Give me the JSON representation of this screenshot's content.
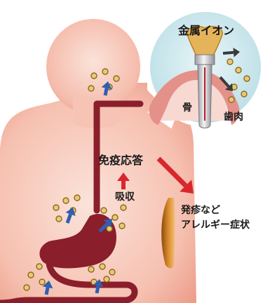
{
  "labels": {
    "metal_ions": "金属イオン",
    "bone": "骨",
    "gum": "歯肉",
    "immune_response": "免疫応答",
    "absorption": "吸収",
    "symptoms_line1": "発疹など",
    "symptoms_line2": "アレルギー症状"
  },
  "colors": {
    "skin_light": "#fbe0d6",
    "skin_mid": "#f5b9aa",
    "skin_edge": "#eb9c88",
    "gut": "#8b1e2b",
    "gut_dark": "#6e1320",
    "ion_fill": "#e9c979",
    "ion_stroke": "#8c6a1c",
    "absorb_arrow": "#2f5fb0",
    "red_arrow": "#d7272d",
    "bubble_teal": "#cfe9ee",
    "bone_red": "#e4918a",
    "tooth_gold": "#e5b45a",
    "implant_metal": "#c9c9cc",
    "dark_arrow": "#3a3a3a",
    "organ_brown": "#b8691a"
  },
  "icons": [
    "metal-ion-particle",
    "absorption-arrow",
    "immune-response-arrow",
    "implant-tooth",
    "stomach",
    "intestine",
    "esophagus",
    "skin-organ"
  ]
}
